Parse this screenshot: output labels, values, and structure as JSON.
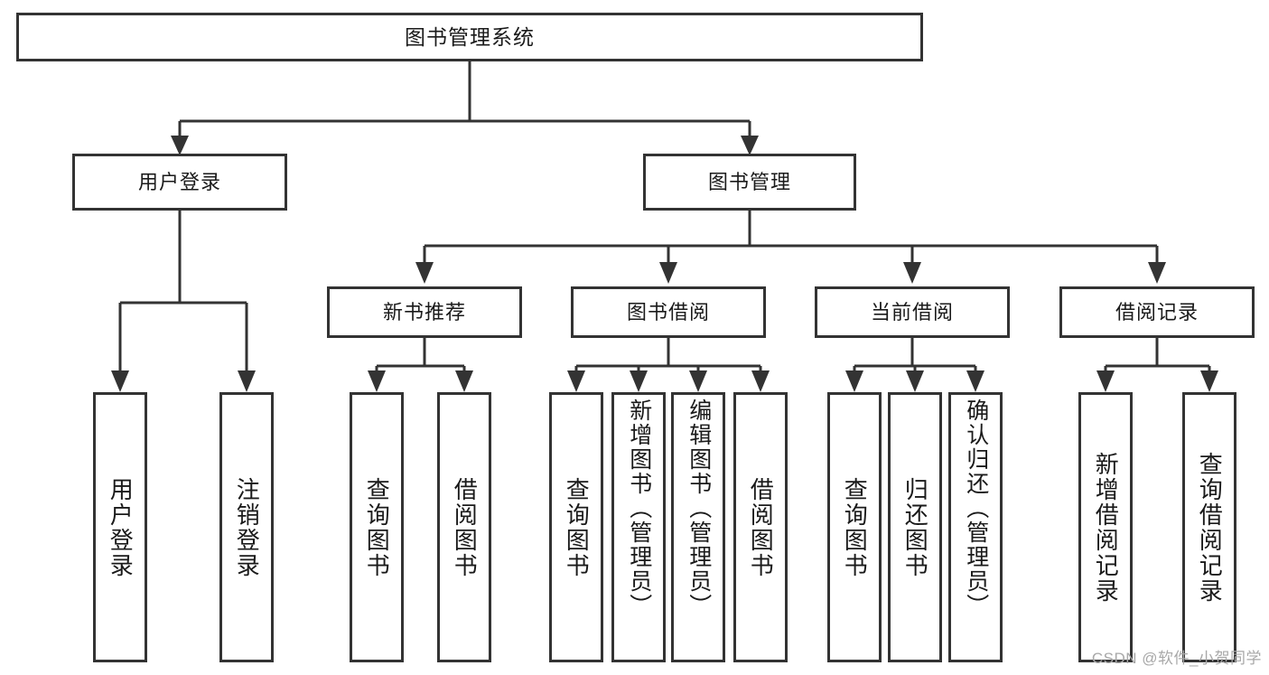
{
  "diagram": {
    "type": "tree-hierarchy",
    "title": "图书管理系统",
    "watermark": "CSDN @软件_小贺同学",
    "colors": {
      "stroke": "#333333",
      "background": "#ffffff",
      "text": "#1a1a1a",
      "watermark": "#a8a8a8"
    },
    "root": {
      "label": "图书管理系统"
    },
    "level2": [
      {
        "label": "用户登录"
      },
      {
        "label": "图书管理"
      }
    ],
    "level3": [
      {
        "label": "新书推荐"
      },
      {
        "label": "图书借阅"
      },
      {
        "label": "当前借阅"
      },
      {
        "label": "借阅记录"
      }
    ],
    "leaves": {
      "user_login": [
        {
          "label": "用户登录"
        },
        {
          "label": "注销登录"
        }
      ],
      "new_book_recommend": [
        {
          "label": "查询图书"
        },
        {
          "label": "借阅图书"
        }
      ],
      "book_borrow": [
        {
          "label": "查询图书"
        },
        {
          "label": "新增图书（管理员）"
        },
        {
          "label": "编辑图书（管理员）"
        },
        {
          "label": "借阅图书"
        }
      ],
      "current_borrow": [
        {
          "label": "查询图书"
        },
        {
          "label": "归还图书"
        },
        {
          "label": "确认归还（管理员）"
        }
      ],
      "borrow_record": [
        {
          "label": "新增借阅记录"
        },
        {
          "label": "查询借阅记录"
        }
      ]
    }
  }
}
